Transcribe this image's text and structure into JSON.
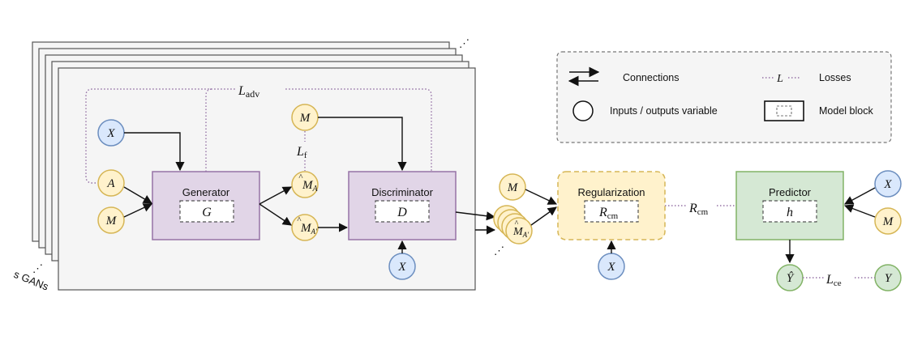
{
  "title": "",
  "stack": {
    "dots_top": "⋰",
    "dots_bottom": "⋰",
    "caption": "s GANs"
  },
  "blocks": {
    "generator": {
      "label": "Generator",
      "symbol": "G"
    },
    "discriminator": {
      "label": "Discriminator",
      "symbol": "D"
    },
    "regularization": {
      "label": "Regularization",
      "symbol_main": "R",
      "symbol_sub": "cm"
    },
    "predictor": {
      "label": "Predictor",
      "symbol": "h"
    }
  },
  "variables": {
    "x": "X",
    "a": "A",
    "m": "M",
    "m_hat_sub": "A",
    "m_hat_prime_sub": "A′",
    "y_hat": "Ŷ",
    "y": "Y"
  },
  "losses": {
    "adv": {
      "main": "L",
      "sub": "adv"
    },
    "f": {
      "main": "L",
      "sub": "f"
    },
    "cm": {
      "main": "R",
      "sub": "cm"
    },
    "ce": {
      "main": "L",
      "sub": "ce"
    }
  },
  "legend": {
    "connections": "Connections",
    "losses": "Losses",
    "loss_symbol": "L",
    "variables": "Inputs / outputs variable",
    "model_block": "Model block"
  },
  "colors": {
    "panel_fill": "#f5f5f5",
    "panel_stroke": "#555555",
    "blue_fill": "#dae8fc",
    "blue_stroke": "#6c8ebf",
    "yellow_fill": "#fff2cc",
    "yellow_stroke": "#d6b656",
    "purple_fill": "#e1d5e7",
    "purple_stroke": "#9673a6",
    "green_fill": "#d5e8d4",
    "green_stroke": "#82b366",
    "loss_line": "#9673a6"
  }
}
